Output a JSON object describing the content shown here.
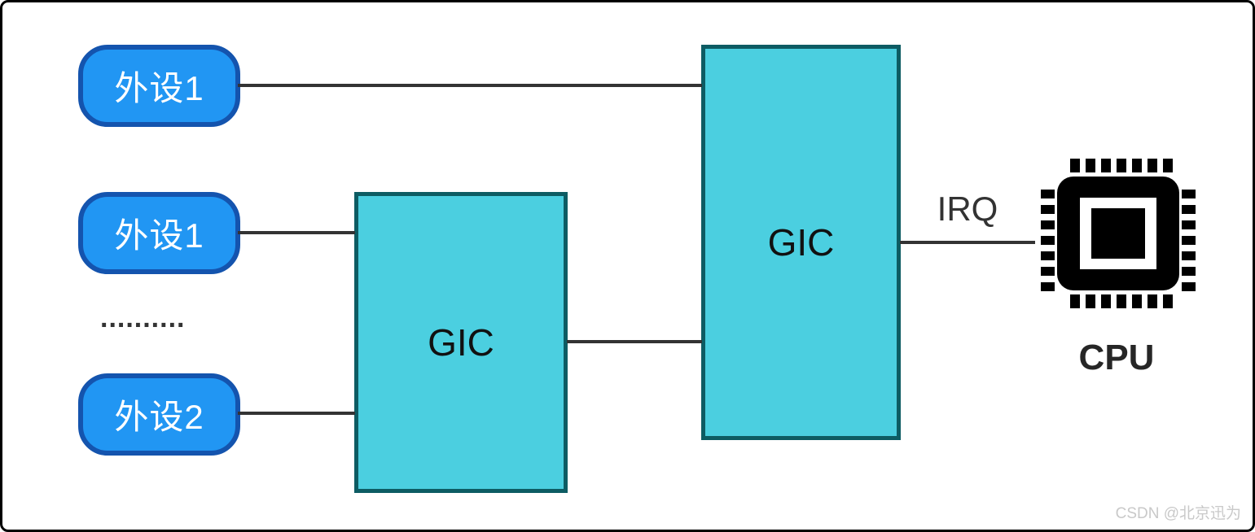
{
  "diagram": {
    "peripherals": [
      {
        "label": "外设1"
      },
      {
        "label": "外设1"
      },
      {
        "label": "外设2"
      }
    ],
    "ellipsis": "..........",
    "gic_left": {
      "label": "GIC"
    },
    "gic_right": {
      "label": "GIC"
    },
    "irq_label": "IRQ",
    "cpu_label": "CPU",
    "colors": {
      "peripheral_fill": "#2196f3",
      "peripheral_border": "#1454ae",
      "gic_fill": "#4bcfe0",
      "gic_border": "#0d5c63",
      "connector": "#333333",
      "chip_icon": "#000000",
      "frame_border": "#000000",
      "watermark": "#c9c9c9"
    }
  },
  "watermark": {
    "text": "CSDN @北京迅为"
  }
}
